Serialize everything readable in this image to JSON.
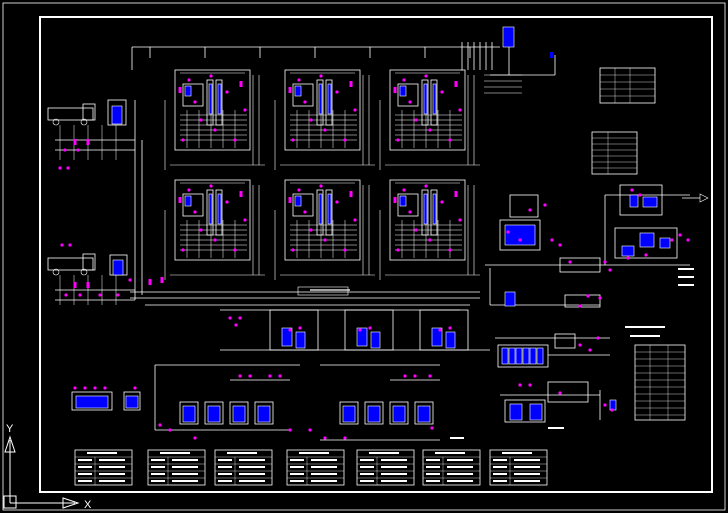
{
  "drawing": {
    "ucs_y_label": "Y",
    "ucs_x_label": "X",
    "colors": {
      "background": "#000000",
      "line": "#ffffff",
      "equipment": "#0000ff",
      "valve": "#ff00ff",
      "accent": "#ffff00",
      "axis": "#ffffff"
    }
  },
  "content": {
    "process_units": 6,
    "legend_tables": 7,
    "side_tables": 4
  }
}
